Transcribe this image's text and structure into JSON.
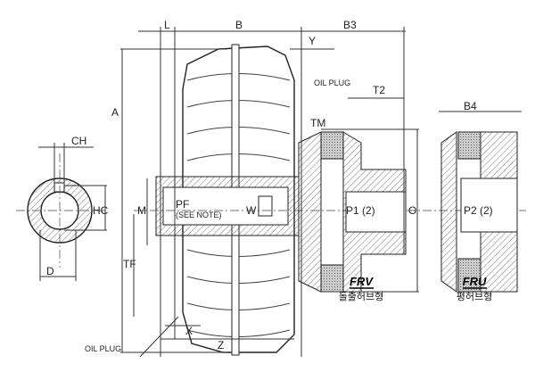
{
  "labels": {
    "ch": "CH",
    "hc": "HC",
    "d": "D",
    "a": "A",
    "m": "M",
    "tf": "TF",
    "pf": "PF",
    "see_note": "(SEE NOTE)",
    "w": "W",
    "l": "L",
    "b": "B",
    "b3": "B3",
    "y": "Y",
    "oil_plug_top": "OIL PLUG",
    "t2": "T2",
    "tm": "TM",
    "p1": "P1 (2)",
    "o": "O",
    "b4": "B4",
    "p2": "P2 (2)",
    "x": "X",
    "z": "Z",
    "oil_plug_bottom": "OIL  PLUG"
  },
  "variants": [
    {
      "code": "FRV",
      "name": "돌출허브형"
    },
    {
      "code": "FRU",
      "name": "평허브형"
    }
  ]
}
